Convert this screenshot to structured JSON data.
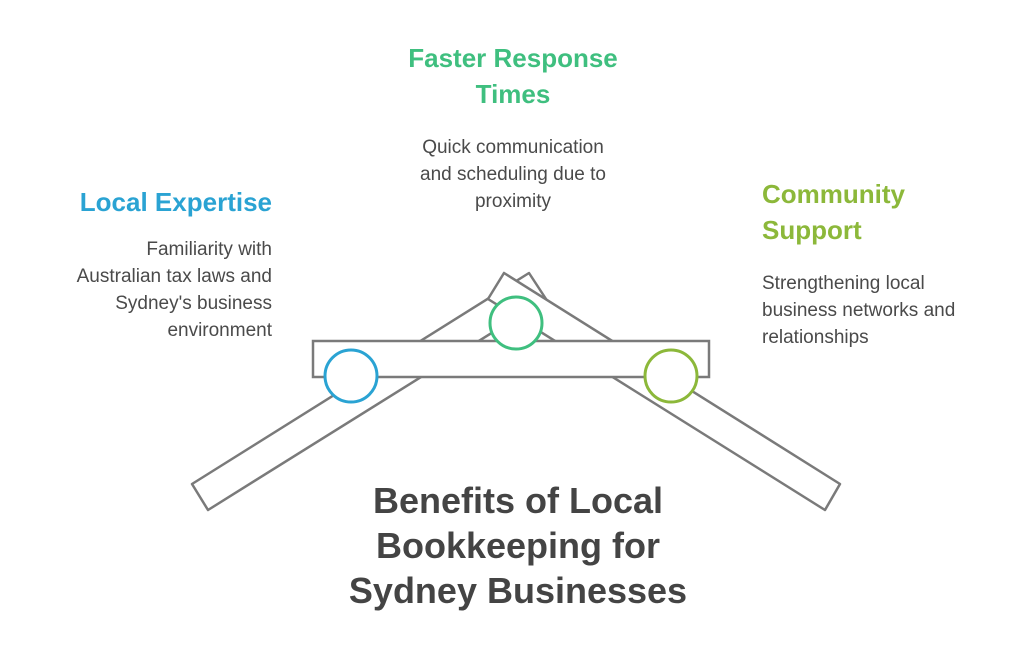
{
  "title": "Benefits of Local\nBookkeeping for\nSydney Businesses",
  "benefits": [
    {
      "heading": "Local Expertise",
      "description": "Familiarity with\nAustralian tax laws and\nSydney's business\nenvironment",
      "color": "#2aa3d3"
    },
    {
      "heading": "Faster Response Times",
      "description": "Quick communication\nand scheduling due to\nproximity",
      "color": "#3fbf7f"
    },
    {
      "heading": "Community Support",
      "description": "Strengthening local\nbusiness networks and\nrelationships",
      "color": "#8cb83a"
    }
  ],
  "colors": {
    "beam_stroke": "#7a7a7a",
    "title": "#444444",
    "text": "#4a4a4a"
  }
}
